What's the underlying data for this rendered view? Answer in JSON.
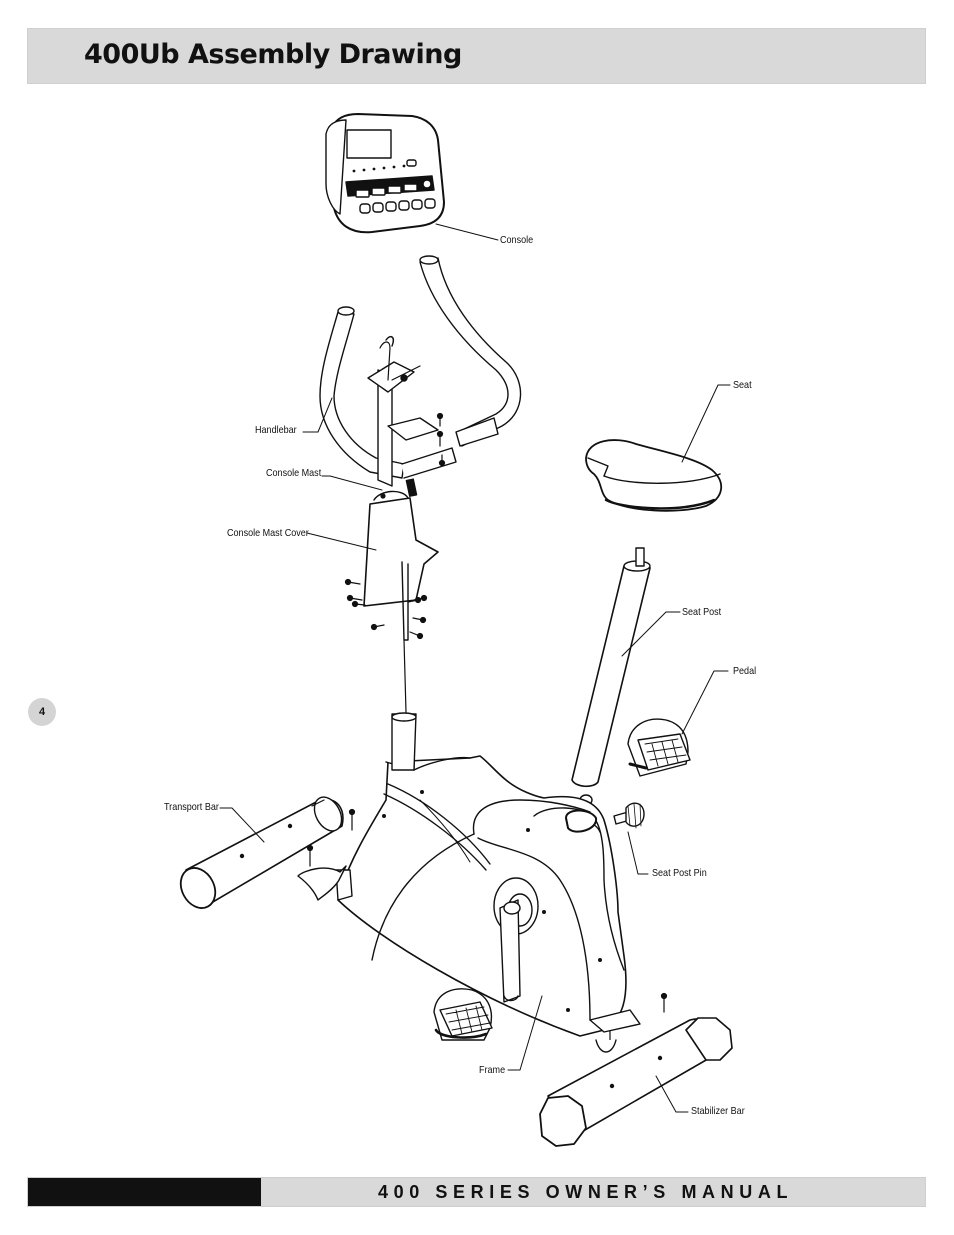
{
  "header": {
    "title": "400Ub Assembly Drawing"
  },
  "page_number": "4",
  "footer": {
    "text": "400 SERIES OWNER’S MANUAL"
  },
  "labels": {
    "console": "Console",
    "seat": "Seat",
    "handlebar": "Handlebar",
    "console_mast": "Console Mast",
    "console_mast_cover": "Console Mast Cover",
    "seat_post": "Seat Post",
    "pedal": "Pedal",
    "transport_bar": "Transport Bar",
    "seat_post_pin": "Seat Post Pin",
    "frame": "Frame",
    "stabilizer_bar": "Stabilizer Bar"
  }
}
